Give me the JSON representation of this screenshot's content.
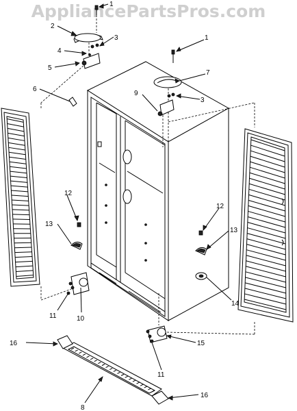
{
  "watermark": "AppliancePartsPros.com",
  "callouts": [
    {
      "key": "c1a",
      "text": "1"
    },
    {
      "key": "c2",
      "text": "2"
    },
    {
      "key": "c3a",
      "text": "3"
    },
    {
      "key": "c4",
      "text": "4"
    },
    {
      "key": "c5",
      "text": "5"
    },
    {
      "key": "c6",
      "text": "6"
    },
    {
      "key": "c1b",
      "text": "1"
    },
    {
      "key": "c7",
      "text": "7"
    },
    {
      "key": "c9",
      "text": "9"
    },
    {
      "key": "c3b",
      "text": "3"
    },
    {
      "key": "c12a",
      "text": "12"
    },
    {
      "key": "c13a",
      "text": "13"
    },
    {
      "key": "c11a",
      "text": "11"
    },
    {
      "key": "c10",
      "text": "10"
    },
    {
      "key": "c12b",
      "text": "12"
    },
    {
      "key": "c13b",
      "text": "13"
    },
    {
      "key": "c14",
      "text": "14"
    },
    {
      "key": "c16a",
      "text": "16"
    },
    {
      "key": "c15",
      "text": "15"
    },
    {
      "key": "c11b",
      "text": "11"
    },
    {
      "key": "c8",
      "text": "8"
    },
    {
      "key": "c16b",
      "text": "16"
    }
  ]
}
